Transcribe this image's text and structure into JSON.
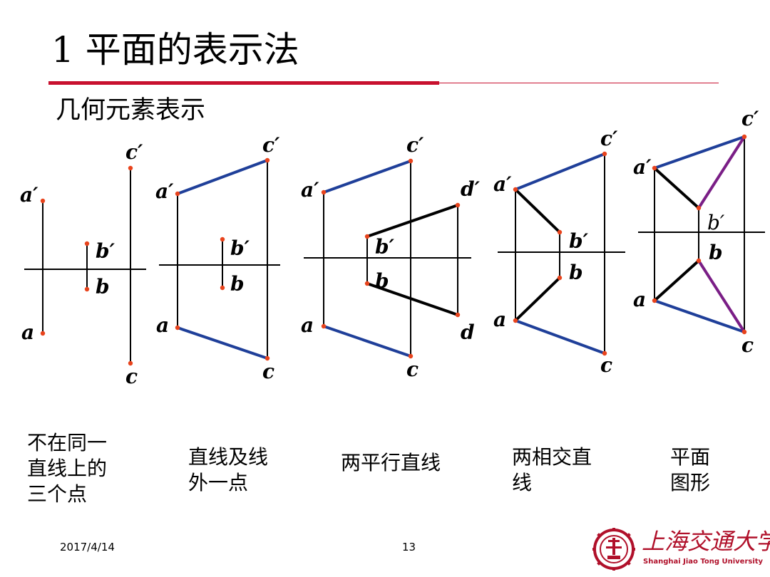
{
  "slide": {
    "title": "1 平面的表示法",
    "subtitle": "几何元素表示",
    "date": "2017/4/14",
    "page_number": "13"
  },
  "colors": {
    "accent_red": "#c8102e",
    "line_blue": "#1f3f99",
    "line_purple": "#7a1e86",
    "point_red": "#e8431c"
  },
  "diagrams": [
    {
      "caption": "不在同一\n直线上的\n三个点",
      "labels": [
        "a′",
        "b′",
        "b",
        "a",
        "c′",
        "c"
      ]
    },
    {
      "caption": "直线及线\n外一点",
      "labels": [
        "a′",
        "c′",
        "b′",
        "b",
        "a",
        "c"
      ]
    },
    {
      "caption": "两平行直线",
      "labels": [
        "a′",
        "c′",
        "d′",
        "b′",
        "b",
        "a",
        "d",
        "c"
      ]
    },
    {
      "caption": "两相交直\n线",
      "labels": [
        "a′",
        "c′",
        "b′",
        "b",
        "a",
        "c"
      ]
    },
    {
      "caption": "平面\n图形",
      "labels": [
        "c′",
        "a′",
        "b′",
        "b",
        "a",
        "c"
      ]
    }
  ],
  "logo": {
    "name_cn": "上海交通大学",
    "name_en": "Shanghai Jiao Tong University"
  }
}
